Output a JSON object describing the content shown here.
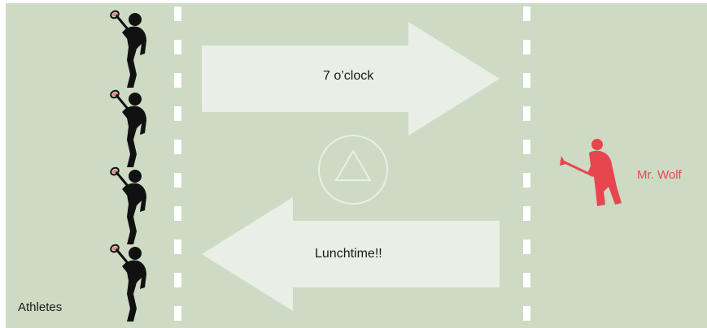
{
  "labels": {
    "top_arrow": "7 o’clock",
    "bottom_arrow": "Lunchtime!!",
    "wolf": "Mr. Wolf",
    "athletes": "Athletes"
  },
  "colors": {
    "field": "#cddbc5",
    "arrow": "#e9efe6",
    "athlete": "#111111",
    "wolf": "#e8464f",
    "line": "#ffffff"
  },
  "icons": [
    "athlete-icon",
    "wolf-icon",
    "triangle-icon"
  ]
}
